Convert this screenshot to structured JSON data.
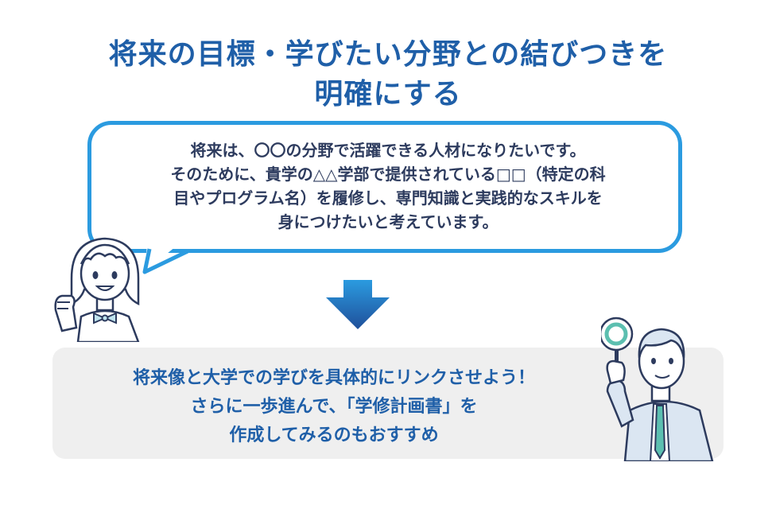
{
  "title": {
    "line1": "将来の目標・学びたい分野との結びつきを",
    "line2": "明確にする"
  },
  "speech_bubble": {
    "line1": "将来は、〇〇の分野で活躍できる人材になりたいです。",
    "line2": "そのために、貴学の△△学部で提供されている□□（特定の科",
    "line3": "目やプログラム名）を履修し、専門知識と実践的なスキルを",
    "line4": "身につけたいと考えています。"
  },
  "advice": {
    "line1": "将来像と大学での学びを具体的にリンクさせよう！",
    "line2": "さらに一歩進んで、「学修計画書」を",
    "line3": "作成してみるのもおすすめ"
  },
  "colors": {
    "title": "#1f5fa8",
    "bubble_border": "#2b9be0",
    "bubble_text": "#2d3b5e",
    "arrow_top": "#2b9be0",
    "arrow_bottom": "#1f4f9a",
    "advice_bg": "#efefef"
  },
  "icons": {
    "arrow": "down-arrow-icon",
    "girl": "student-girl-illustration",
    "man": "businessman-illustration",
    "sign": "circle-sign-icon"
  }
}
